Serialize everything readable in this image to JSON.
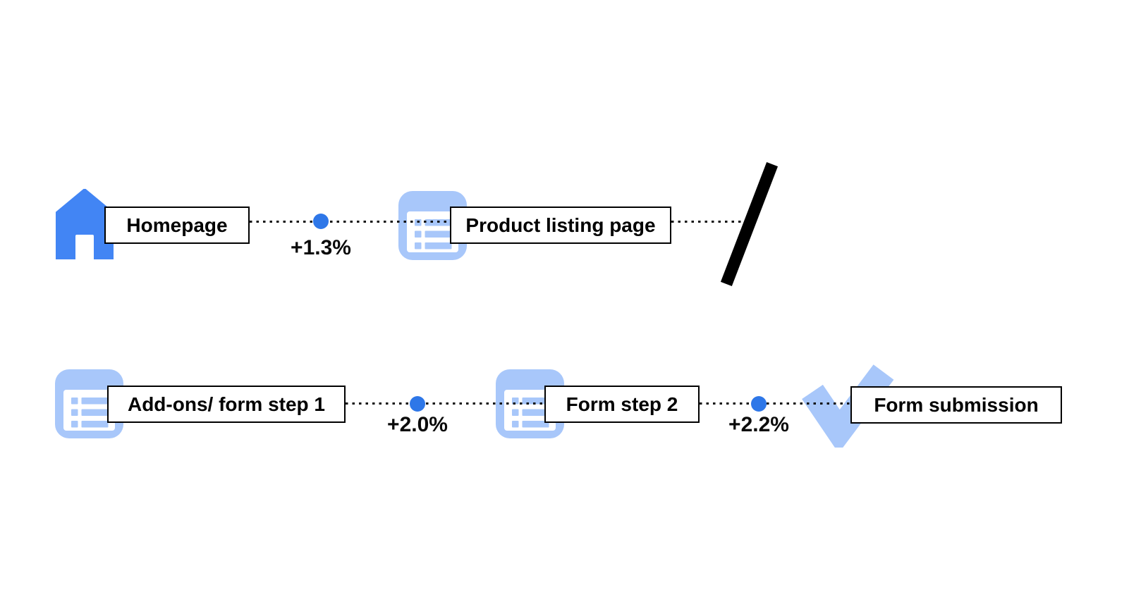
{
  "diagram": {
    "title": "conversion-funnel-flow",
    "colors": {
      "primary_blue": "#4285F4",
      "dot_blue": "#2E77E8",
      "light_blue": "#A8C7FA",
      "line_black": "#111111",
      "border_black": "#000000",
      "background": "#ffffff"
    },
    "rows": [
      {
        "steps": [
          {
            "icon": "home-icon",
            "label": "Homepage"
          },
          {
            "icon": "list-icon",
            "label": "Product listing page"
          }
        ],
        "connectors": [
          {
            "value": "+1.3%"
          }
        ],
        "continuation": "slash-mark"
      },
      {
        "steps": [
          {
            "icon": "list-icon",
            "label": "Add-ons/ form step 1"
          },
          {
            "icon": "list-icon",
            "label": "Form step 2"
          },
          {
            "icon": "check-icon",
            "label": "Form submission"
          }
        ],
        "connectors": [
          {
            "value": "+2.0%"
          },
          {
            "value": "+2.2%"
          }
        ]
      }
    ]
  }
}
